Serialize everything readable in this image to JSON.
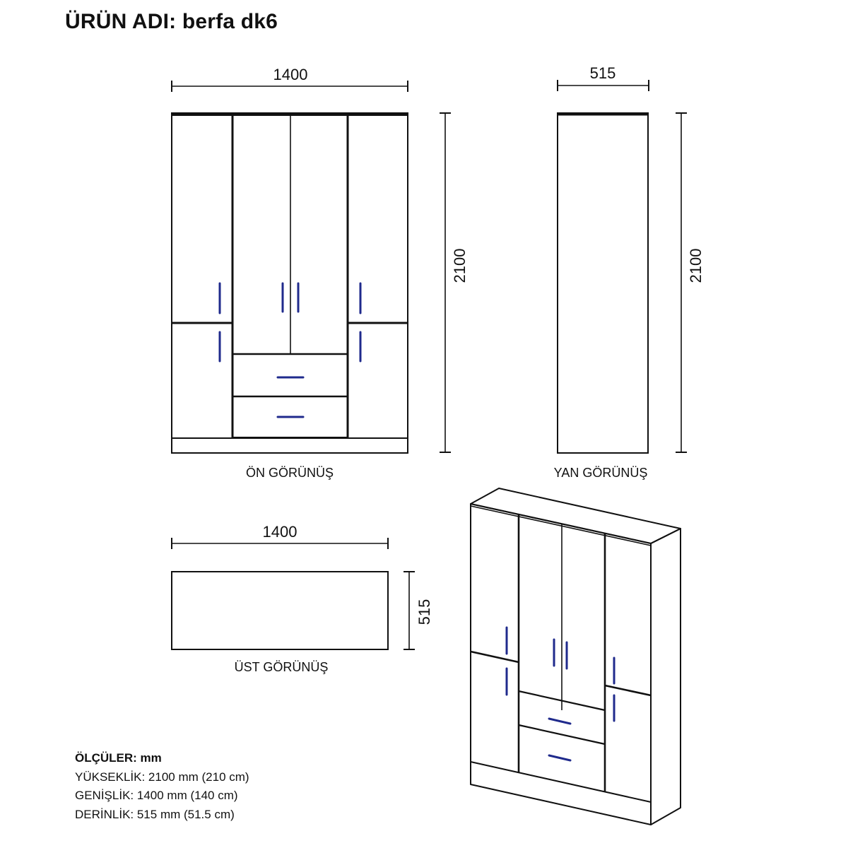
{
  "title": "ÜRÜN ADI: berfa dk6",
  "views": {
    "front": {
      "label": "ÖN GÖRÜNÜŞ",
      "width_label": "1400",
      "height_label": "2100"
    },
    "side": {
      "label": "YAN GÖRÜNÜŞ",
      "depth_label": "515",
      "height_label": "2100"
    },
    "top": {
      "label": "ÜST GÖRÜNÜŞ",
      "width_label": "1400",
      "depth_label": "515"
    }
  },
  "specs": {
    "header": "ÖLÇÜLER: mm",
    "height_line": "YÜKSEKLİK: 2100 mm (210 cm)",
    "width_line": "GENİŞLİK: 1400 mm (140 cm)",
    "depth_line": "DERİNLİK: 515 mm (51.5 cm)"
  },
  "colors": {
    "line": "#111111",
    "handle": "#1f2a8c"
  }
}
